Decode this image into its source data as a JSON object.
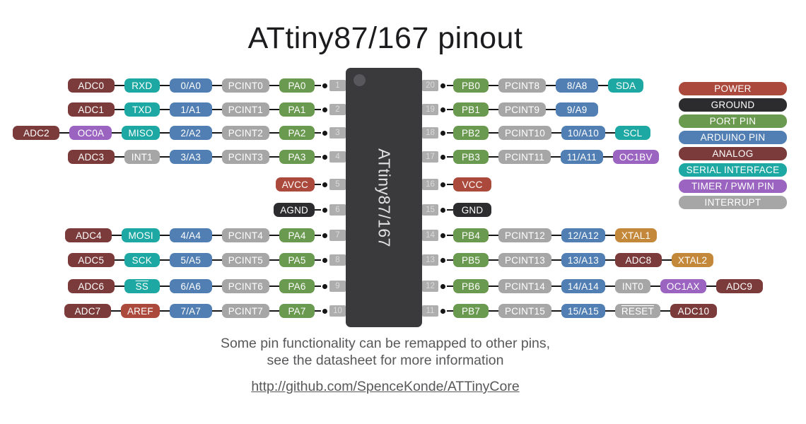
{
  "title": "ATtiny87/167 pinout",
  "chip": {
    "label": "ATtiny87/167"
  },
  "colors": {
    "power": "#ab4a3c",
    "ground": "#2c2c2e",
    "port": "#6a9950",
    "arduino": "#517fb4",
    "analog": "#7c3b3b",
    "serial": "#1da8a3",
    "timer": "#9b64c1",
    "interrupt": "#a6a6a6",
    "xtal": "#c4883b"
  },
  "legend": [
    {
      "label": "POWER",
      "type": "power"
    },
    {
      "label": "GROUND",
      "type": "ground"
    },
    {
      "label": "PORT PIN",
      "type": "port"
    },
    {
      "label": "ARDUINO PIN",
      "type": "arduino"
    },
    {
      "label": "ANALOG",
      "type": "analog"
    },
    {
      "label": "SERIAL INTERFACE",
      "type": "serial"
    },
    {
      "label": "TIMER / PWM PIN",
      "type": "timer"
    },
    {
      "label": "INTERRUPT",
      "type": "interrupt"
    }
  ],
  "left_pins": [
    {
      "pin": "1",
      "labels": [
        {
          "text": "ADC0",
          "type": "analog"
        },
        {
          "text": "RXD",
          "type": "serial"
        },
        {
          "text": "0/A0",
          "type": "arduino"
        },
        {
          "text": "PCINT0",
          "type": "interrupt"
        },
        {
          "text": "PA0",
          "type": "port"
        }
      ]
    },
    {
      "pin": "2",
      "labels": [
        {
          "text": "ADC1",
          "type": "analog"
        },
        {
          "text": "TXD",
          "type": "serial"
        },
        {
          "text": "1/A1",
          "type": "arduino"
        },
        {
          "text": "PCINT1",
          "type": "interrupt"
        },
        {
          "text": "PA1",
          "type": "port"
        }
      ]
    },
    {
      "pin": "3",
      "labels": [
        {
          "text": "ADC2",
          "type": "analog"
        },
        {
          "text": "OC0A",
          "type": "timer"
        },
        {
          "text": "MISO",
          "type": "serial"
        },
        {
          "text": "2/A2",
          "type": "arduino"
        },
        {
          "text": "PCINT2",
          "type": "interrupt"
        },
        {
          "text": "PA2",
          "type": "port"
        }
      ]
    },
    {
      "pin": "4",
      "labels": [
        {
          "text": "ADC3",
          "type": "analog"
        },
        {
          "text": "INT1",
          "type": "interrupt"
        },
        {
          "text": "3/A3",
          "type": "arduino"
        },
        {
          "text": "PCINT3",
          "type": "interrupt"
        },
        {
          "text": "PA3",
          "type": "port"
        }
      ]
    },
    {
      "pin": "5",
      "labels": [
        {
          "text": "AVCC",
          "type": "power"
        }
      ]
    },
    {
      "pin": "6",
      "labels": [
        {
          "text": "AGND",
          "type": "ground"
        }
      ]
    },
    {
      "pin": "7",
      "labels": [
        {
          "text": "ADC4",
          "type": "analog"
        },
        {
          "text": "MOSI",
          "type": "serial"
        },
        {
          "text": "4/A4",
          "type": "arduino"
        },
        {
          "text": "PCINT4",
          "type": "interrupt"
        },
        {
          "text": "PA4",
          "type": "port"
        }
      ]
    },
    {
      "pin": "8",
      "labels": [
        {
          "text": "ADC5",
          "type": "analog"
        },
        {
          "text": "SCK",
          "type": "serial"
        },
        {
          "text": "5/A5",
          "type": "arduino"
        },
        {
          "text": "PCINT5",
          "type": "interrupt"
        },
        {
          "text": "PA5",
          "type": "port"
        }
      ]
    },
    {
      "pin": "9",
      "labels": [
        {
          "text": "ADC6",
          "type": "analog"
        },
        {
          "text": "SS",
          "type": "serial",
          "overline": true
        },
        {
          "text": "6/A6",
          "type": "arduino"
        },
        {
          "text": "PCINT6",
          "type": "interrupt"
        },
        {
          "text": "PA6",
          "type": "port"
        }
      ]
    },
    {
      "pin": "10",
      "labels": [
        {
          "text": "ADC7",
          "type": "analog"
        },
        {
          "text": "AREF",
          "type": "power"
        },
        {
          "text": "7/A7",
          "type": "arduino"
        },
        {
          "text": "PCINT7",
          "type": "interrupt"
        },
        {
          "text": "PA7",
          "type": "port"
        }
      ]
    }
  ],
  "right_pins": [
    {
      "pin": "20",
      "labels": [
        {
          "text": "PB0",
          "type": "port"
        },
        {
          "text": "PCINT8",
          "type": "interrupt"
        },
        {
          "text": "8/A8",
          "type": "arduino"
        },
        {
          "text": "SDA",
          "type": "serial"
        }
      ]
    },
    {
      "pin": "19",
      "labels": [
        {
          "text": "PB1",
          "type": "port"
        },
        {
          "text": "PCINT9",
          "type": "interrupt"
        },
        {
          "text": "9/A9",
          "type": "arduino"
        }
      ]
    },
    {
      "pin": "18",
      "labels": [
        {
          "text": "PB2",
          "type": "port"
        },
        {
          "text": "PCINT10",
          "type": "interrupt"
        },
        {
          "text": "10/A10",
          "type": "arduino"
        },
        {
          "text": "SCL",
          "type": "serial"
        }
      ]
    },
    {
      "pin": "17",
      "labels": [
        {
          "text": "PB3",
          "type": "port"
        },
        {
          "text": "PCINT11",
          "type": "interrupt"
        },
        {
          "text": "11/A11",
          "type": "arduino"
        },
        {
          "text": "OC1BV",
          "type": "timer"
        }
      ]
    },
    {
      "pin": "16",
      "labels": [
        {
          "text": "VCC",
          "type": "power"
        }
      ]
    },
    {
      "pin": "15",
      "labels": [
        {
          "text": "GND",
          "type": "ground"
        }
      ]
    },
    {
      "pin": "14",
      "labels": [
        {
          "text": "PB4",
          "type": "port"
        },
        {
          "text": "PCINT12",
          "type": "interrupt"
        },
        {
          "text": "12/A12",
          "type": "arduino"
        },
        {
          "text": "XTAL1",
          "type": "xtal"
        }
      ]
    },
    {
      "pin": "13",
      "labels": [
        {
          "text": "PB5",
          "type": "port"
        },
        {
          "text": "PCINT13",
          "type": "interrupt"
        },
        {
          "text": "13/A13",
          "type": "arduino"
        },
        {
          "text": "ADC8",
          "type": "analog"
        },
        {
          "text": "XTAL2",
          "type": "xtal"
        }
      ]
    },
    {
      "pin": "12",
      "labels": [
        {
          "text": "PB6",
          "type": "port"
        },
        {
          "text": "PCINT14",
          "type": "interrupt"
        },
        {
          "text": "14/A14",
          "type": "arduino"
        },
        {
          "text": "INT0",
          "type": "interrupt"
        },
        {
          "text": "OC1AX",
          "type": "timer"
        },
        {
          "text": "ADC9",
          "type": "analog"
        }
      ]
    },
    {
      "pin": "11",
      "labels": [
        {
          "text": "PB7",
          "type": "port"
        },
        {
          "text": "PCINT15",
          "type": "interrupt"
        },
        {
          "text": "15/A15",
          "type": "arduino"
        },
        {
          "text": "RESET",
          "type": "interrupt",
          "overline": true
        },
        {
          "text": "ADC10",
          "type": "analog"
        }
      ]
    }
  ],
  "footer": {
    "note_line1": "Some pin functionality can be remapped to other pins,",
    "note_line2": "see the datasheet for more information",
    "link": "http://github.com/SpenceKonde/ATTinyCore"
  }
}
